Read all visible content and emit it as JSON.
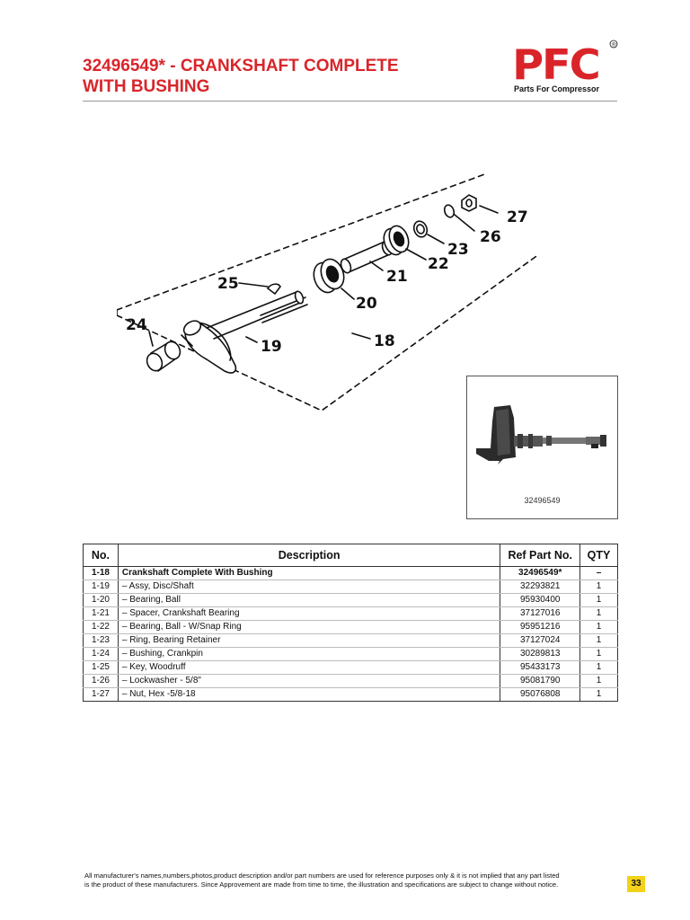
{
  "header": {
    "title_line1": "32496549* - CRANKSHAFT COMPLETE",
    "title_line2": "WITH BUSHING",
    "logo_text": "PFC",
    "logo_tagline": "Parts For Compressor",
    "logo_mark": "®"
  },
  "diagram": {
    "callouts": [
      "18",
      "19",
      "20",
      "21",
      "22",
      "23",
      "24",
      "25",
      "26",
      "27"
    ]
  },
  "photo": {
    "caption": "32496549"
  },
  "table": {
    "headers": {
      "no": "No.",
      "description": "Description",
      "ref": "Ref Part No.",
      "qty": "QTY"
    },
    "rows": [
      {
        "no": "1-18",
        "description": "Crankshaft Complete With Bushing",
        "ref": "32496549*",
        "qty": "–"
      },
      {
        "no": "1-19",
        "description": "– Assy, Disc/Shaft",
        "ref": "32293821",
        "qty": "1"
      },
      {
        "no": "1-20",
        "description": "– Bearing, Ball",
        "ref": "95930400",
        "qty": "1"
      },
      {
        "no": "1-21",
        "description": "– Spacer, Crankshaft Bearing",
        "ref": "37127016",
        "qty": "1"
      },
      {
        "no": "1-22",
        "description": "– Bearing, Ball - W/Snap Ring",
        "ref": "95951216",
        "qty": "1"
      },
      {
        "no": "1-23",
        "description": "– Ring, Bearing Retainer",
        "ref": "37127024",
        "qty": "1"
      },
      {
        "no": "1-24",
        "description": "– Bushing, Crankpin",
        "ref": "30289813",
        "qty": "1"
      },
      {
        "no": "1-25",
        "description": "– Key, Woodruff",
        "ref": "95433173",
        "qty": "1"
      },
      {
        "no": "1-26",
        "description": "– Lockwasher - 5/8\"",
        "ref": "95081790",
        "qty": "1"
      },
      {
        "no": "1-27",
        "description": "– Nut, Hex -5/8-18",
        "ref": "95076808",
        "qty": "1"
      }
    ]
  },
  "footer": {
    "line1": "All manufacturer's names,numbers,photos,product description and/or part numbers are used for reference purposes only & it is not implied that any part listed",
    "line2": "is the product of these manufacturers.  Since Approvement are made from time to time,  the illustration and specifications are subject to change without notice.",
    "page_number": "33"
  },
  "colors": {
    "accent": "#d9252a",
    "badge": "#f2d21b"
  }
}
